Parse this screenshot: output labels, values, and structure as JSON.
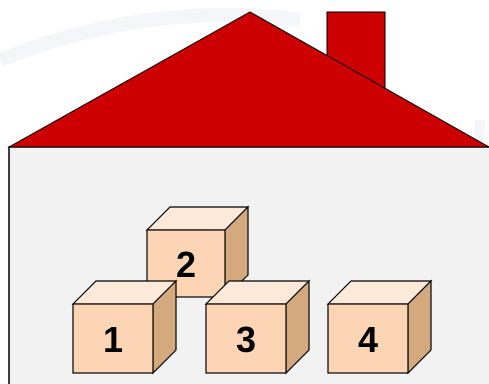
{
  "colors": {
    "roof": "#cc0000",
    "chimney": "#cc0000",
    "wall": "#f2f2f2",
    "wall_stroke": "#000000",
    "box_front": "#fcd5b4",
    "box_top": "#fde9d9",
    "box_side": "#d4a97e",
    "outline": "#000000"
  },
  "boxes": [
    {
      "label": "2"
    },
    {
      "label": "1"
    },
    {
      "label": "3"
    },
    {
      "label": "4"
    }
  ]
}
